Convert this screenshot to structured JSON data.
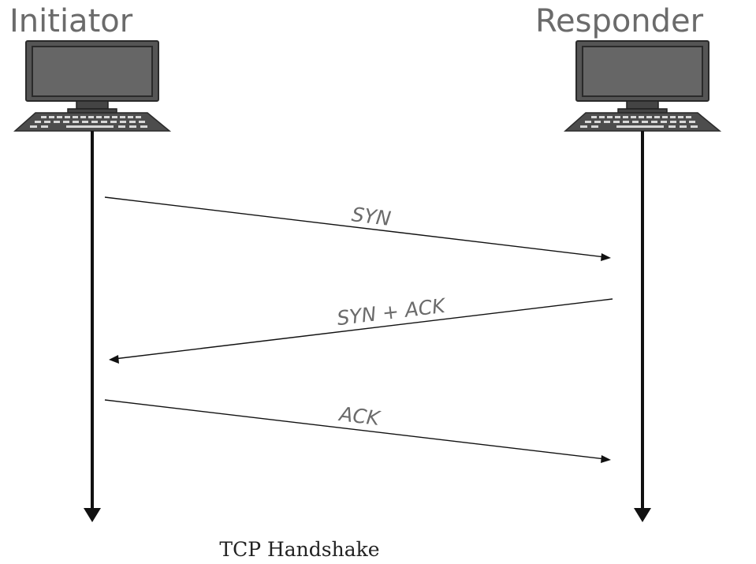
{
  "actors": {
    "initiator": {
      "label": "Initiator",
      "icon": "computer-icon"
    },
    "responder": {
      "label": "Responder",
      "icon": "computer-icon"
    }
  },
  "messages": [
    {
      "label": "SYN",
      "from": "initiator",
      "to": "responder"
    },
    {
      "label": "SYN + ACK",
      "from": "responder",
      "to": "initiator"
    },
    {
      "label": "ACK",
      "from": "initiator",
      "to": "responder"
    }
  ],
  "caption": "TCP Handshake",
  "colors": {
    "label_gray": "#6b6b6b",
    "line": "#111111",
    "monitor": "#555555"
  }
}
